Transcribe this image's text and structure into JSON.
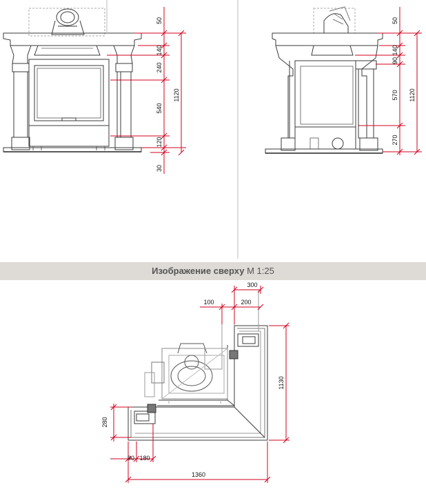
{
  "colors": {
    "dimension": "#d2001e",
    "line": "#3a3a3a",
    "faint": "#9a9a9a",
    "bar": "#dedad5",
    "hatch": "#777777"
  },
  "front_view": {
    "dims": [
      "50",
      "140",
      "240",
      "540",
      "120",
      "30"
    ],
    "total": "1120"
  },
  "side_view": {
    "dims": [
      "50",
      "140",
      "90",
      "570",
      "270"
    ],
    "total": "1120"
  },
  "top_view": {
    "title_bold": "Изображение сверху",
    "scale": "M 1:25",
    "dims": {
      "d300": "300",
      "d100": "100",
      "d200": "200",
      "d1130": "1130",
      "d280": "280",
      "d90": "90",
      "d180": "180",
      "d1360": "1360"
    }
  }
}
